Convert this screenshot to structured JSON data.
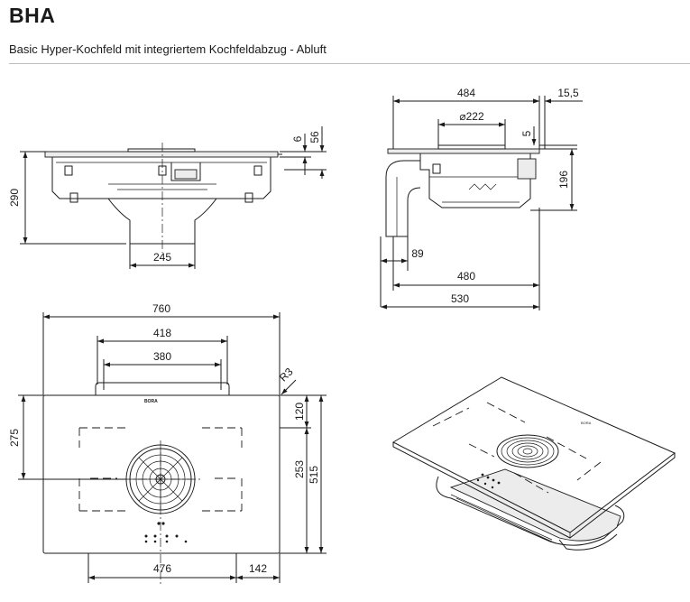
{
  "header": {
    "title": "BHA",
    "subtitle": "Basic Hyper-Kochfeld mit integriertem Kochfeldabzug - Abluft"
  },
  "front_view": {
    "dim_height": "290",
    "dim_glass": "6",
    "dim_top": "56",
    "dim_duct": "245"
  },
  "side_view": {
    "dim_depth": "484",
    "dim_offset": "15,5",
    "dim_diameter": "⌀222",
    "dim_five": "5",
    "dim_height": "196",
    "dim_89": "89",
    "dim_480": "480",
    "dim_530": "530"
  },
  "top_view": {
    "dim_width": "760",
    "dim_418": "418",
    "dim_380": "380",
    "dim_radius": "R3",
    "dim_275": "275",
    "dim_120": "120",
    "dim_253": "253",
    "dim_515": "515",
    "dim_476": "476",
    "dim_142": "142",
    "brand": "BORA"
  }
}
